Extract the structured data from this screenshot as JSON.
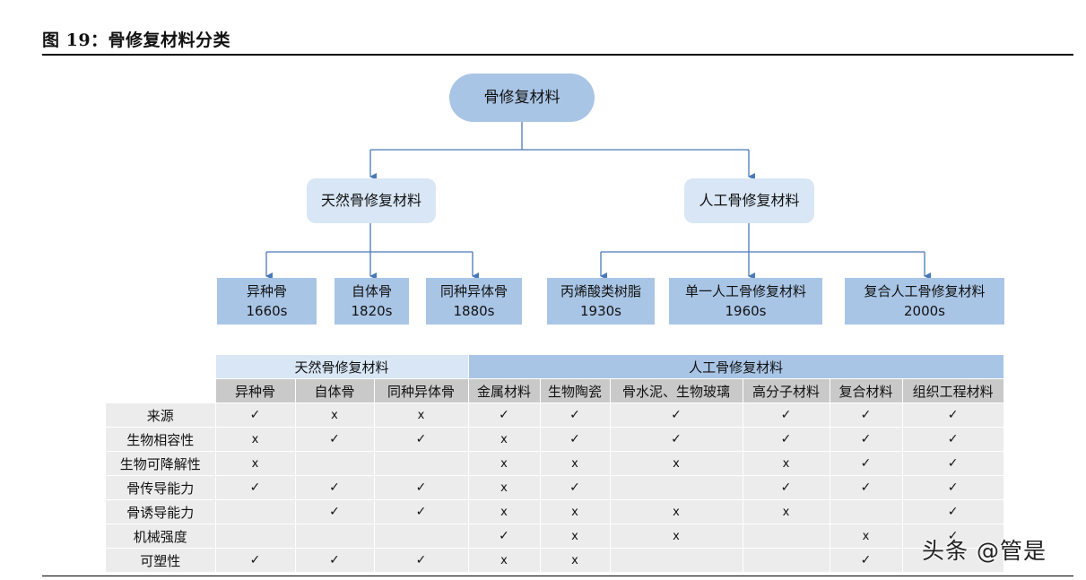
{
  "figure": {
    "title": "图 19：骨修复材料分类"
  },
  "diagram": {
    "root": "骨修复材料",
    "natural": {
      "label": "天然骨修复材料",
      "children": [
        {
          "name": "异种骨",
          "year": "1660s"
        },
        {
          "name": "自体骨",
          "year": "1820s"
        },
        {
          "name": "同种异体骨",
          "year": "1880s"
        }
      ]
    },
    "artificial": {
      "label": "人工骨修复材料",
      "children": [
        {
          "name": "丙烯酸类树脂",
          "year": "1930s"
        },
        {
          "name": "单一人工骨修复材料",
          "year": "1960s"
        },
        {
          "name": "复合人工骨修复材料",
          "year": "2000s"
        }
      ]
    }
  },
  "table": {
    "group_natural": "天然骨修复材料",
    "group_artificial": "人工骨修复材料",
    "columns": [
      "异种骨",
      "自体骨",
      "同种异体骨",
      "金属材料",
      "生物陶瓷",
      "骨水泥、生物玻璃",
      "高分子材料",
      "复合材料",
      "组织工程材料"
    ],
    "rows": [
      {
        "label": "来源",
        "cells": [
          "✓",
          "x",
          "x",
          "✓",
          "✓",
          "✓",
          "✓",
          "✓",
          "✓"
        ]
      },
      {
        "label": "生物相容性",
        "cells": [
          "x",
          "✓",
          "✓",
          "x",
          "✓",
          "✓",
          "✓",
          "✓",
          "✓"
        ]
      },
      {
        "label": "生物可降解性",
        "cells": [
          "x",
          "",
          "",
          "x",
          "x",
          "x",
          "x",
          "✓",
          "✓"
        ]
      },
      {
        "label": "骨传导能力",
        "cells": [
          "✓",
          "✓",
          "✓",
          "x",
          "✓",
          "",
          "✓",
          "✓",
          "✓"
        ]
      },
      {
        "label": "骨诱导能力",
        "cells": [
          "",
          "✓",
          "✓",
          "x",
          "x",
          "x",
          "x",
          "",
          "✓"
        ]
      },
      {
        "label": "机械强度",
        "cells": [
          "",
          "",
          "",
          "✓",
          "x",
          "x",
          "",
          "x",
          "✓"
        ]
      },
      {
        "label": "可塑性",
        "cells": [
          "✓",
          "✓",
          "✓",
          "x",
          "x",
          "",
          "",
          "✓",
          ""
        ]
      }
    ]
  },
  "watermark": "头条 @管是",
  "colors": {
    "root_fill": "#a9c5e6",
    "category_fill": "#d8e6f5",
    "leaf_fill": "#a9c5e6",
    "connector": "#4a78b8",
    "table_header_gray": "#c9c9c9",
    "table_cell_gray": "#ececec"
  }
}
